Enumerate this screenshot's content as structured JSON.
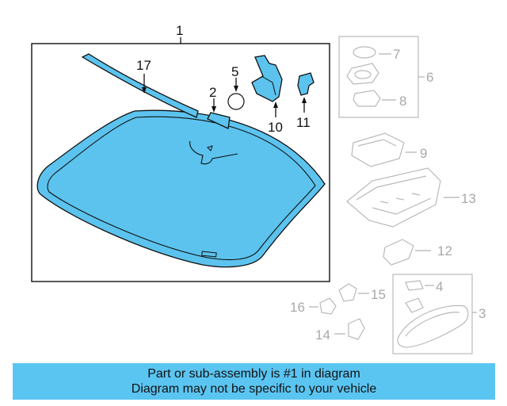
{
  "diagram": {
    "callouts_main": [
      "1",
      "17",
      "2",
      "5",
      "10",
      "11"
    ],
    "callouts_other": [
      "7",
      "6",
      "8",
      "9",
      "13",
      "12",
      "4",
      "15",
      "16",
      "3",
      "14"
    ]
  },
  "banner": {
    "line1": "Part or sub-assembly is #1 in diagram",
    "line2": "Diagram may not be specific to your vehicle"
  },
  "colors": {
    "highlight": "#5cc3ee",
    "banner_bg": "#5bc5f2",
    "ghost_stroke": "#b9b9b9"
  }
}
